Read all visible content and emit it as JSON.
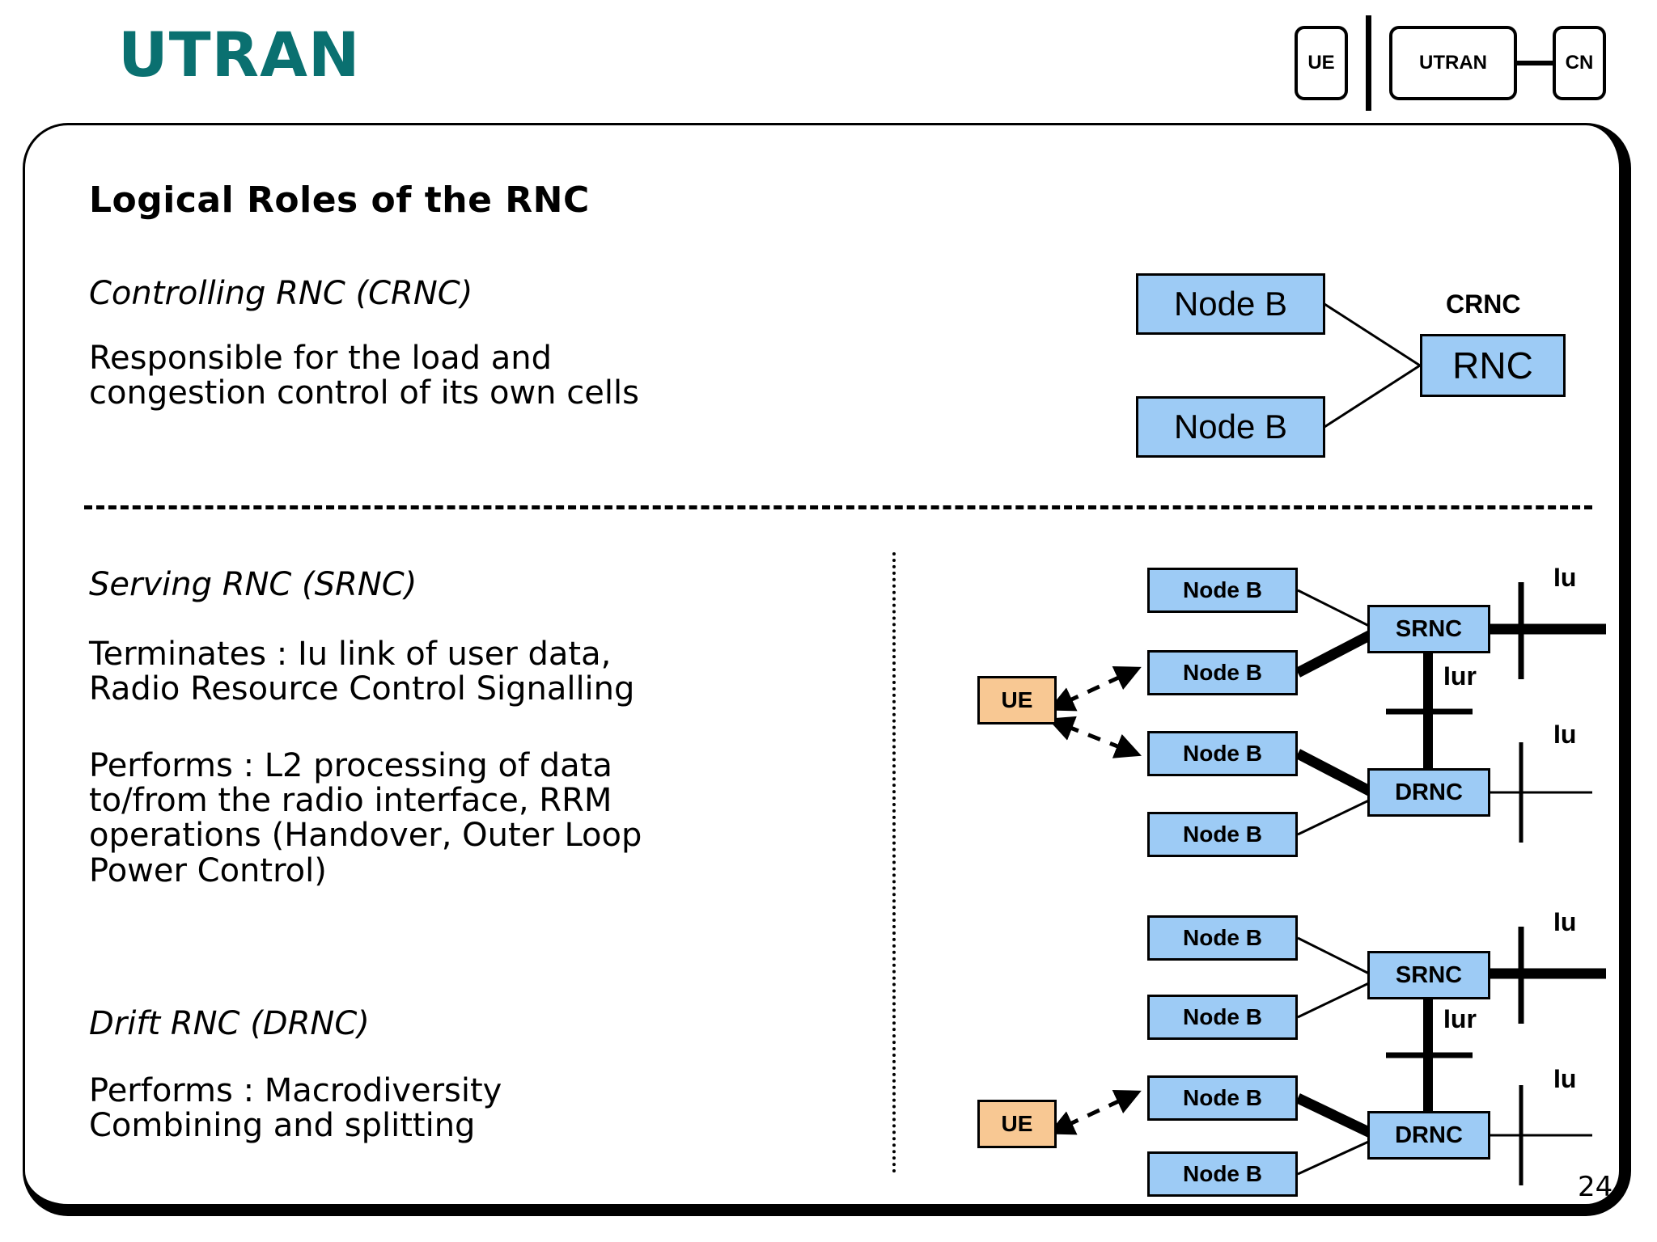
{
  "header": {
    "title": "UTRAN",
    "title_color": "#0a7070",
    "nav": {
      "ue": "UE",
      "utran": "UTRAN",
      "cn": "CN"
    },
    "arrow": {
      "name": "up-arrow",
      "color": "#CC1166"
    }
  },
  "slide": {
    "heading": "Logical Roles of the RNC",
    "page_number": "24",
    "sections": [
      {
        "id": "crnc",
        "title": "Controlling RNC (CRNC)",
        "body": "Responsible for the load and\ncongestion control of its own cells"
      },
      {
        "id": "srnc",
        "title": "Serving RNC (SRNC)",
        "body1": "Terminates : Iu link of user data,\nRadio Resource Control Signalling",
        "body2": "Performs : L2 processing of data\nto/from the radio interface, RRM\noperations (Handover, Outer Loop\nPower Control)"
      },
      {
        "id": "drnc",
        "title": "Drift RNC (DRNC)",
        "body": "Performs : Macrodiversity\nCombining and splitting"
      }
    ]
  },
  "diagrams": {
    "colors": {
      "node_fill": "#9DCBF5",
      "ue_fill": "#F8C893",
      "stroke": "#000000"
    },
    "crnc_diagram": {
      "label": "CRNC",
      "node_b_1": "Node B",
      "node_b_2": "Node B",
      "rnc": "RNC"
    },
    "srnc_diagram": {
      "ue": "UE",
      "node_b_1": "Node B",
      "node_b_2": "Node B",
      "node_b_3": "Node B",
      "node_b_4": "Node B",
      "srnc": "SRNC",
      "drnc": "DRNC",
      "iu_top": "Iu",
      "iur": "Iur",
      "iu_bottom": "Iu"
    },
    "drnc_diagram": {
      "ue": "UE",
      "node_b_1": "Node B",
      "node_b_2": "Node B",
      "node_b_3": "Node B",
      "node_b_4": "Node B",
      "srnc": "SRNC",
      "drnc": "DRNC",
      "iu_top": "Iu",
      "iur": "Iur",
      "iu_bottom": "Iu"
    }
  }
}
